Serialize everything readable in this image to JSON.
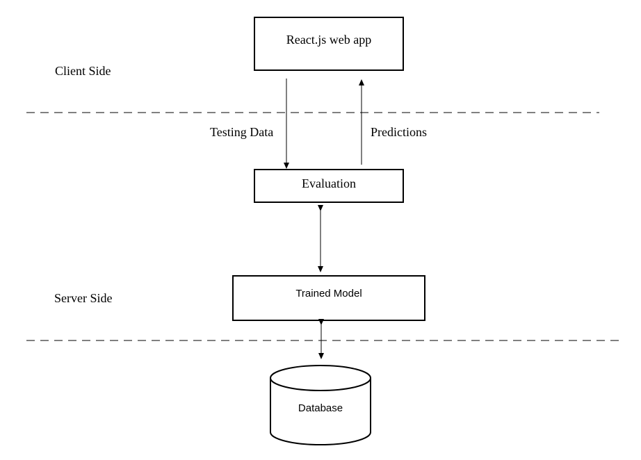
{
  "labels": {
    "client_side": "Client Side",
    "server_side": "Server Side"
  },
  "nodes": {
    "react_app": "React.js web app",
    "evaluation": "Evaluation",
    "trained_model": "Trained Model",
    "database": "Database"
  },
  "edges": {
    "testing_data": "Testing Data",
    "predictions": "Predictions"
  }
}
